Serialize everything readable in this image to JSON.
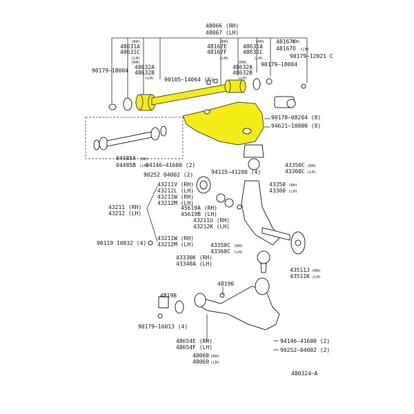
{
  "figure_id": "480324–A",
  "labels": {
    "l48066": "48066 (RH)",
    "l48067": "48067 (LH)",
    "l48631a": "48631A",
    "l48631c": "48631C",
    "l48632a": "48632A",
    "l48632b": "48632B",
    "rh": "(RH)",
    "lh": "(LH)",
    "l48167e": "48167E",
    "l48167f": "48167F",
    "l48631a_r": "48631A",
    "l48631c_r": "48631C",
    "l48632a_r": "48632A",
    "l48632b_r": "48632B",
    "l48167c": "48167C",
    "l48167d": "48167D",
    "l90179_12021": "90179–12021 C",
    "l90179_18004_l": "90179–18004",
    "l90105": "90105–14064 (6)",
    "l90179_18004_r": "90179–18004",
    "l90178": "90178–08204 (8)",
    "l94621": "94621–10800 (8)",
    "l04485a": "04485A",
    "l04485b": "04485B",
    "l94146_41600": "94146–41600 (2)",
    "l90252": "90252 04002 (2)",
    "l94115": "94115–41200 (4)",
    "l43350c_a": "43350C",
    "l43360c_a": "43360C",
    "l43350_a": "43350",
    "l43360_a": "43360",
    "l43211v": "43211V (RH)",
    "l43212l": "43212L (LH)",
    "l43211w_a": "43211W (RH)",
    "l43212m_a": "43212M (LH)",
    "l43211": "43211 (RH)",
    "l43212": "43212 (LH)",
    "l45619a": "45619A (RH)",
    "l45619b": "45619B (LH)",
    "l43211u": "43211U (RH)",
    "l43212k": "43212K (LH)",
    "l43211w_b": "43211W (RH)",
    "l43212m_b": "43212M (LH)",
    "l90119": "90119 10832 (4)",
    "l43350c_b": "43350C",
    "l43360c_b": "43360C",
    "l43330k": "43330K (RH)",
    "l43340a": "43340A (LH)",
    "l43511j": "43511J",
    "l43511k": "43511K",
    "l48190": "48190",
    "l48198": "48198",
    "l90179_16013": "90179–16013 (4)",
    "l48654e": "48654E (RH)",
    "l48654f": "48654F (LH)",
    "l48068": "48068",
    "l48069": "48069",
    "l94146_b": "94146–41600 (2)",
    "l90252_b": "90252–04002 (2)"
  },
  "colors": {
    "highlight": "#f4ec16",
    "line": "#222222",
    "background": "#ffffff"
  }
}
